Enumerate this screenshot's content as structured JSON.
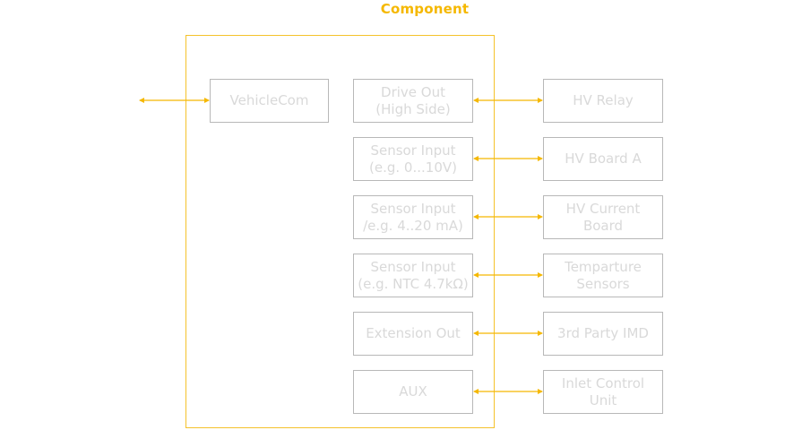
{
  "title": "Component",
  "colors": {
    "accent": "#f5b800",
    "frame": "#f5c22b",
    "box_border": "#b8b8b8",
    "box_text": "#d9d9d9"
  },
  "vehicle_com": {
    "label": "VehicleCom"
  },
  "ports": [
    {
      "line1": "Drive Out",
      "line2": "(High Side)"
    },
    {
      "line1": "Sensor Input",
      "line2": "(e.g. 0...10V)"
    },
    {
      "line1": "Sensor Input",
      "line2": "/e.g. 4..20 mA)"
    },
    {
      "line1": "Sensor Input",
      "line2": "(e.g. NTC 4.7kΩ)"
    },
    {
      "line1": "Extension Out",
      "line2": ""
    },
    {
      "line1": "AUX",
      "line2": ""
    }
  ],
  "devices": [
    {
      "line1": "HV Relay",
      "line2": ""
    },
    {
      "line1": "HV Board A",
      "line2": ""
    },
    {
      "line1": "HV Current",
      "line2": "Board"
    },
    {
      "line1": "Temparture",
      "line2": "Sensors"
    },
    {
      "line1": "3rd Party IMD",
      "line2": ""
    },
    {
      "line1": "Inlet Control",
      "line2": "Unit"
    }
  ]
}
